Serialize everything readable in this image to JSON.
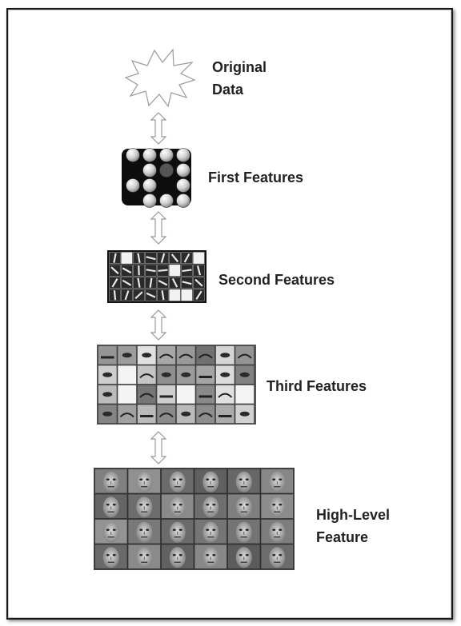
{
  "levels": [
    {
      "id": "original",
      "label_lines": [
        "Original",
        "Data"
      ]
    },
    {
      "id": "first",
      "label_lines": [
        "First Features"
      ]
    },
    {
      "id": "second",
      "label_lines": [
        "Second Features"
      ]
    },
    {
      "id": "third",
      "label_lines": [
        "Third Features"
      ]
    },
    {
      "id": "high",
      "label_lines": [
        "High-Level",
        "Feature"
      ]
    }
  ],
  "icons": {
    "original": "starburst-icon",
    "arrow": "double-arrow-vertical-icon",
    "first": "circle-grid-image",
    "second": "edge-patch-grid-image",
    "third": "face-part-grid-image",
    "high": "face-grid-image"
  },
  "colors": {
    "frame": "#1a1a1a",
    "text": "#222222",
    "arrow": "#9a9a9a"
  }
}
